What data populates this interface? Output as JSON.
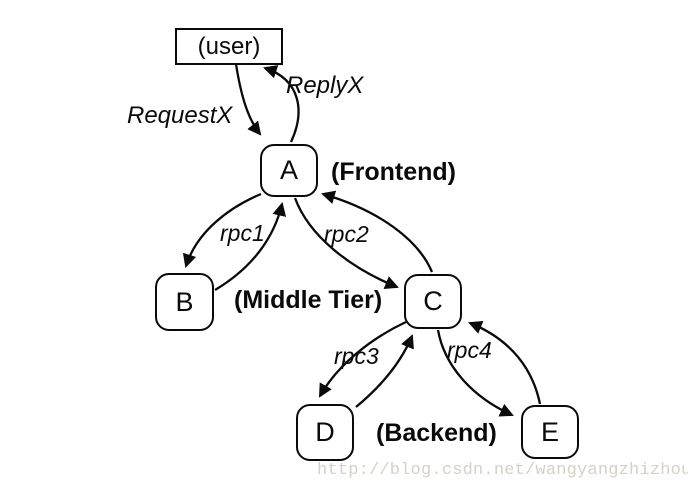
{
  "diagram": {
    "description": "RPC trace tree diagram: a user request fans out from a frontend server through middle-tier and backend servers",
    "nodes": [
      {
        "id": "user",
        "label": "(user)",
        "shape": "rectangle"
      },
      {
        "id": "A",
        "label": "A",
        "shape": "rounded",
        "tier": "(Frontend)"
      },
      {
        "id": "B",
        "label": "B",
        "shape": "rounded",
        "tier": "(Middle Tier)"
      },
      {
        "id": "C",
        "label": "C",
        "shape": "rounded",
        "tier": "(Middle Tier)"
      },
      {
        "id": "D",
        "label": "D",
        "shape": "rounded",
        "tier": "(Backend)"
      },
      {
        "id": "E",
        "label": "E",
        "shape": "rounded",
        "tier": "(Backend)"
      }
    ],
    "tiers": [
      {
        "text": "(Frontend)"
      },
      {
        "text": "(Middle Tier)"
      },
      {
        "text": "(Backend)"
      }
    ],
    "edges": [
      {
        "label": "RequestX",
        "from": "user",
        "to": "A"
      },
      {
        "label": "ReplyX",
        "from": "A",
        "to": "user"
      },
      {
        "label": "rpc1",
        "from": "A",
        "to": "B",
        "bidirectional": true
      },
      {
        "label": "rpc2",
        "from": "A",
        "to": "C",
        "bidirectional": true
      },
      {
        "label": "rpc3",
        "from": "C",
        "to": "D",
        "bidirectional": true
      },
      {
        "label": "rpc4",
        "from": "C",
        "to": "E",
        "bidirectional": true
      }
    ],
    "watermark": "http://blog.csdn.net/wangyangzhizhou",
    "colors": {
      "line": "#0a0a0a",
      "node_fill": "#ffffff",
      "background": "#ffffff",
      "watermark": "#d5d1c7"
    }
  }
}
